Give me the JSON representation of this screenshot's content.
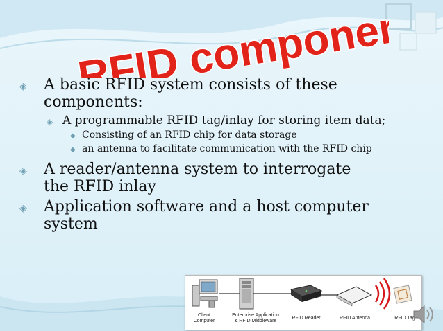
{
  "slide": {
    "title": "RFID components",
    "bullets": {
      "b1": "A basic RFID system consists of these components:",
      "b1_1": "A programmable RFID tag/inlay for storing item data;",
      "b1_1_1": "Consisting of an RFID chip for data storage",
      "b1_1_2": "an antenna to facilitate communication with the RFID chip",
      "b2": "A reader/antenna system to interrogate the RFID inlay",
      "b3": "Application software and a host computer system"
    },
    "diagram": {
      "client": "Client\nComputer",
      "enterprise": "Enterprise Application\n& RFID Middleware",
      "reader": "RFID Reader",
      "antenna": "RFID Antenna",
      "tag": "RFID Tag"
    }
  },
  "colors": {
    "title_red": "#e2231a",
    "bullet_marker": "#6e9fb3"
  },
  "icons": {
    "level1": "diamond-bullet-icon",
    "level2": "diamond-bullet-icon",
    "level3": "small-diamond-bullet-icon"
  }
}
